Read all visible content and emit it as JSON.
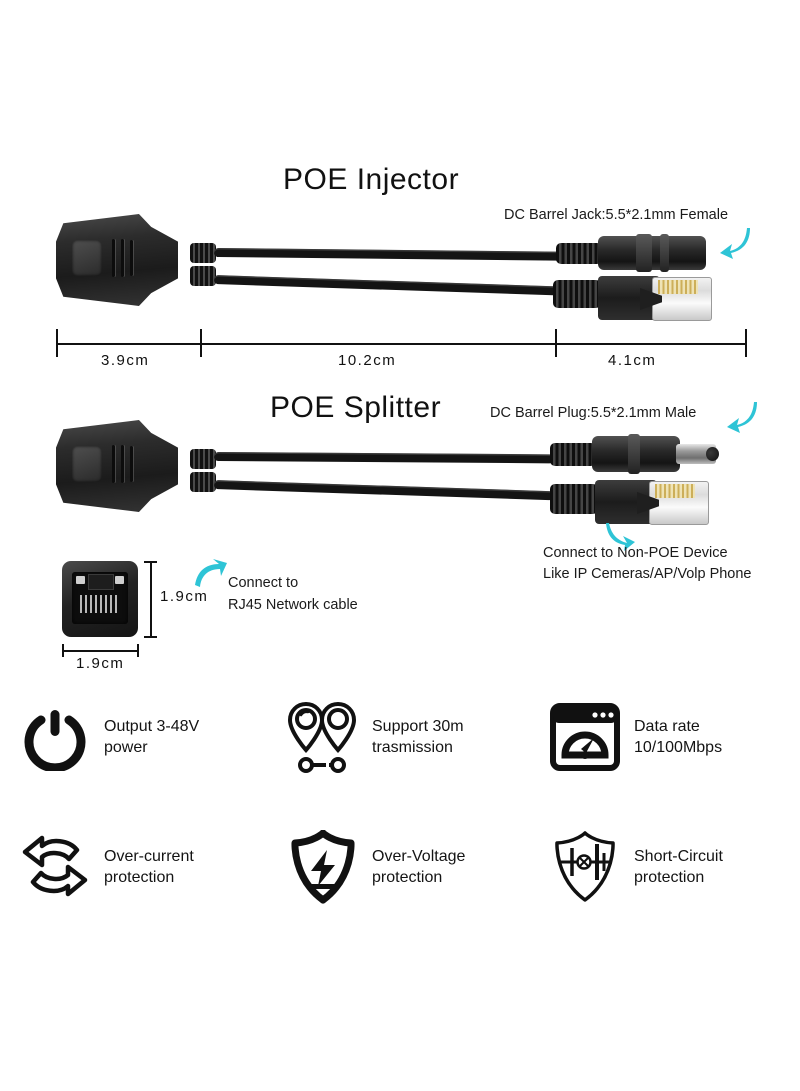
{
  "page": {
    "background": "#ffffff",
    "accent_arrow_color": "#2ec4d6"
  },
  "injector": {
    "title": "POE Injector",
    "dc_label": "DC Barrel Jack:5.5*2.1mm Female",
    "ruler": {
      "segments": [
        {
          "label": "3.9cm"
        },
        {
          "label": "10.2cm"
        },
        {
          "label": "4.1cm"
        }
      ]
    }
  },
  "splitter": {
    "title": "POE Splitter",
    "dc_label": "DC Barrel Plug:5.5*2.1mm Male",
    "device_note_line1": "Connect to Non-POE  Device",
    "device_note_line2": "Like IP Cemeras/AP/Volp Phone"
  },
  "port": {
    "height_label": "1.9cm",
    "width_label": "1.9cm",
    "note_line1": "Connect to",
    "note_line2": "RJ45 Network cable"
  },
  "features": [
    {
      "icon": "power-icon",
      "label": "Output 3-48V\npower"
    },
    {
      "icon": "map-pins-icon",
      "label": "Support 30m\ntrasmission"
    },
    {
      "icon": "speedometer-icon",
      "label": "Data rate\n10/100Mbps"
    },
    {
      "icon": "refresh-cycle-icon",
      "label": "Over-current\nprotection"
    },
    {
      "icon": "shield-bolt-icon",
      "label": "Over-Voltage\nprotection"
    },
    {
      "icon": "shield-circuit-icon",
      "label": "Short-Circuit\nprotection"
    }
  ]
}
